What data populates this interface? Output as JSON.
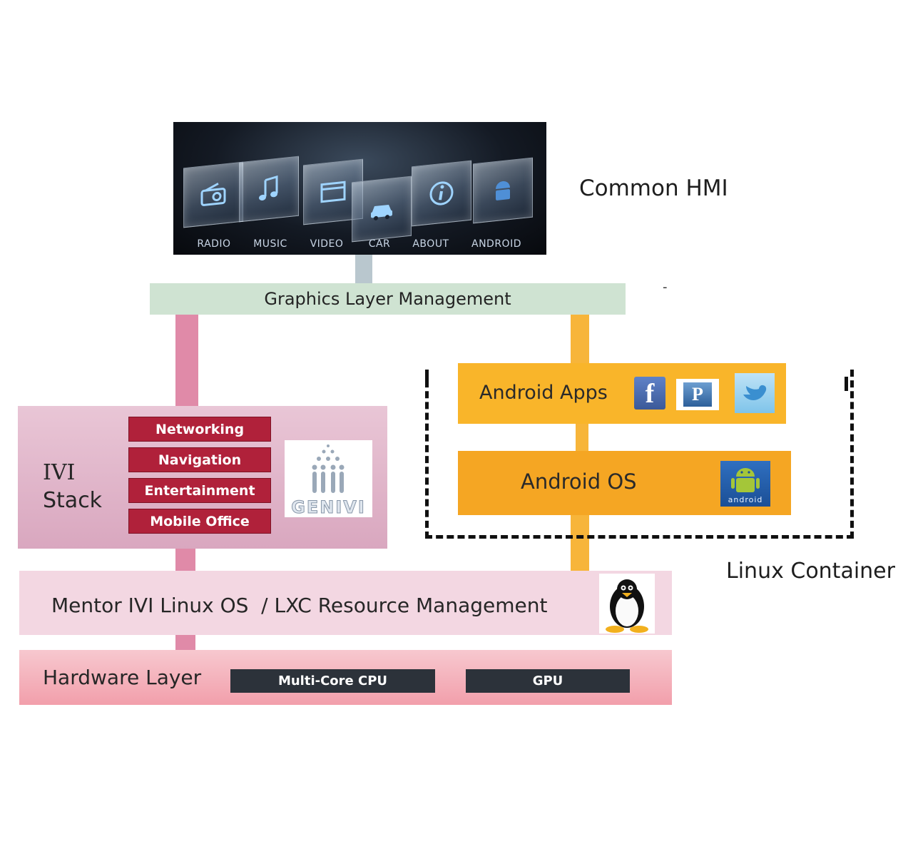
{
  "hmi": {
    "title": "Common HMI",
    "icons": [
      {
        "label": "RADIO",
        "icon": "radio-icon"
      },
      {
        "label": "MUSIC",
        "icon": "music-note-icon"
      },
      {
        "label": "VIDEO",
        "icon": "video-icon"
      },
      {
        "label": "CAR",
        "icon": "car-icon"
      },
      {
        "label": "ABOUT",
        "icon": "info-icon"
      },
      {
        "label": "ANDROID",
        "icon": "android-icon"
      }
    ]
  },
  "graphics_layer": "Graphics Layer Management",
  "ivi": {
    "title_line1": "IVI",
    "title_line2": "Stack",
    "items": [
      "Networking",
      "Navigation",
      "Entertainment",
      "Mobile Office"
    ],
    "logo_text": "GENIVI"
  },
  "android": {
    "apps_label": "Android Apps",
    "app_icons": [
      "facebook-icon",
      "pandora-icon",
      "twitter-icon"
    ],
    "os_label": "Android OS",
    "os_logo_text": "android"
  },
  "linux_container_label": "Linux Container",
  "mentor": {
    "label": "Mentor IVI Linux OS  / LXC Resource Management",
    "logo": "tux-penguin-icon"
  },
  "hardware": {
    "label": "Hardware Layer",
    "chips": [
      "Multi-Core CPU",
      "GPU"
    ]
  },
  "stray_mark": "-",
  "colors": {
    "ivi_pink": "#d9a7bf",
    "ivi_item_red": "#b0213a",
    "android_orange": "#f5a623",
    "graphics_green": "#cfe3d2",
    "connector_pink": "#e08aa8",
    "connector_orange": "#f7b53a",
    "hw_chip_dark": "#2c323a"
  }
}
